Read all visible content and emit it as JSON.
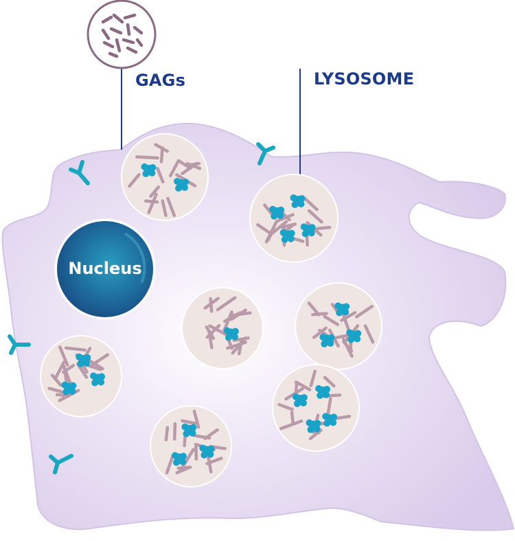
{
  "labels": {
    "gags": "GAGs",
    "lysosome": "LYSOSOME",
    "nucleus": "Nucleus"
  },
  "colors": {
    "cell": "#ddd0ee",
    "nucleus": "#1d5d8e",
    "lysosome_fill": "#efe5e2",
    "gag_rod": "#b99aa9",
    "enzyme": "#1aa3c8",
    "receptor": "#17a7be",
    "label_text": "#1c3a8c",
    "leader_line": "#1c3a8c"
  },
  "icons": [
    "receptor-icon",
    "enzyme-icon",
    "gag-molecule-icon"
  ]
}
